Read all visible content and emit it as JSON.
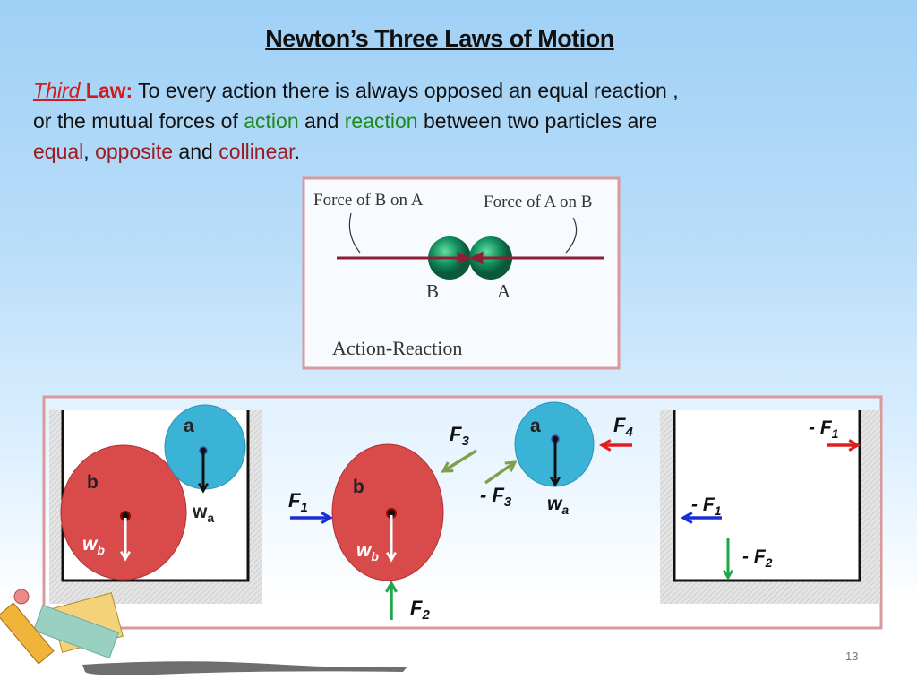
{
  "title": "Newton’s Three Laws of Motion",
  "law": {
    "label_italic": "Third ",
    "label_rest": "Law:",
    "line1": " To every action there is always opposed an equal reaction ,",
    "line2_a": "or the mutual forces of ",
    "action": "action",
    "and1": " and ",
    "reaction": "reaction",
    "line2_b": " between two particles are",
    "equal": "equal",
    "comma": ", ",
    "opposite": "opposite",
    "and2": " and ",
    "collinear": "collinear",
    "period": "."
  },
  "top_diagram": {
    "force_b_on_a": "Force of B on A",
    "force_a_on_b": "Force of A on B",
    "label_b": "B",
    "label_a": "A",
    "caption": "Action-Reaction"
  },
  "bottom_diagram": {
    "ball_a": "a",
    "ball_b": "b",
    "w": "w",
    "sub_a": "a",
    "sub_b": "b",
    "F": "F",
    "neg_F": "- F",
    "sub1": "1",
    "sub2": "2",
    "sub3": "3",
    "sub4": "4"
  },
  "page_number": "13",
  "colors": {
    "ball_red": "#d94a4a",
    "ball_blue": "#3bb3d6",
    "arrow_blue": "#1a2ed6",
    "arrow_green": "#1fa64a",
    "arrow_olive": "#7fa04a",
    "arrow_red": "#e01e1e",
    "frame": "#d89a9a"
  }
}
